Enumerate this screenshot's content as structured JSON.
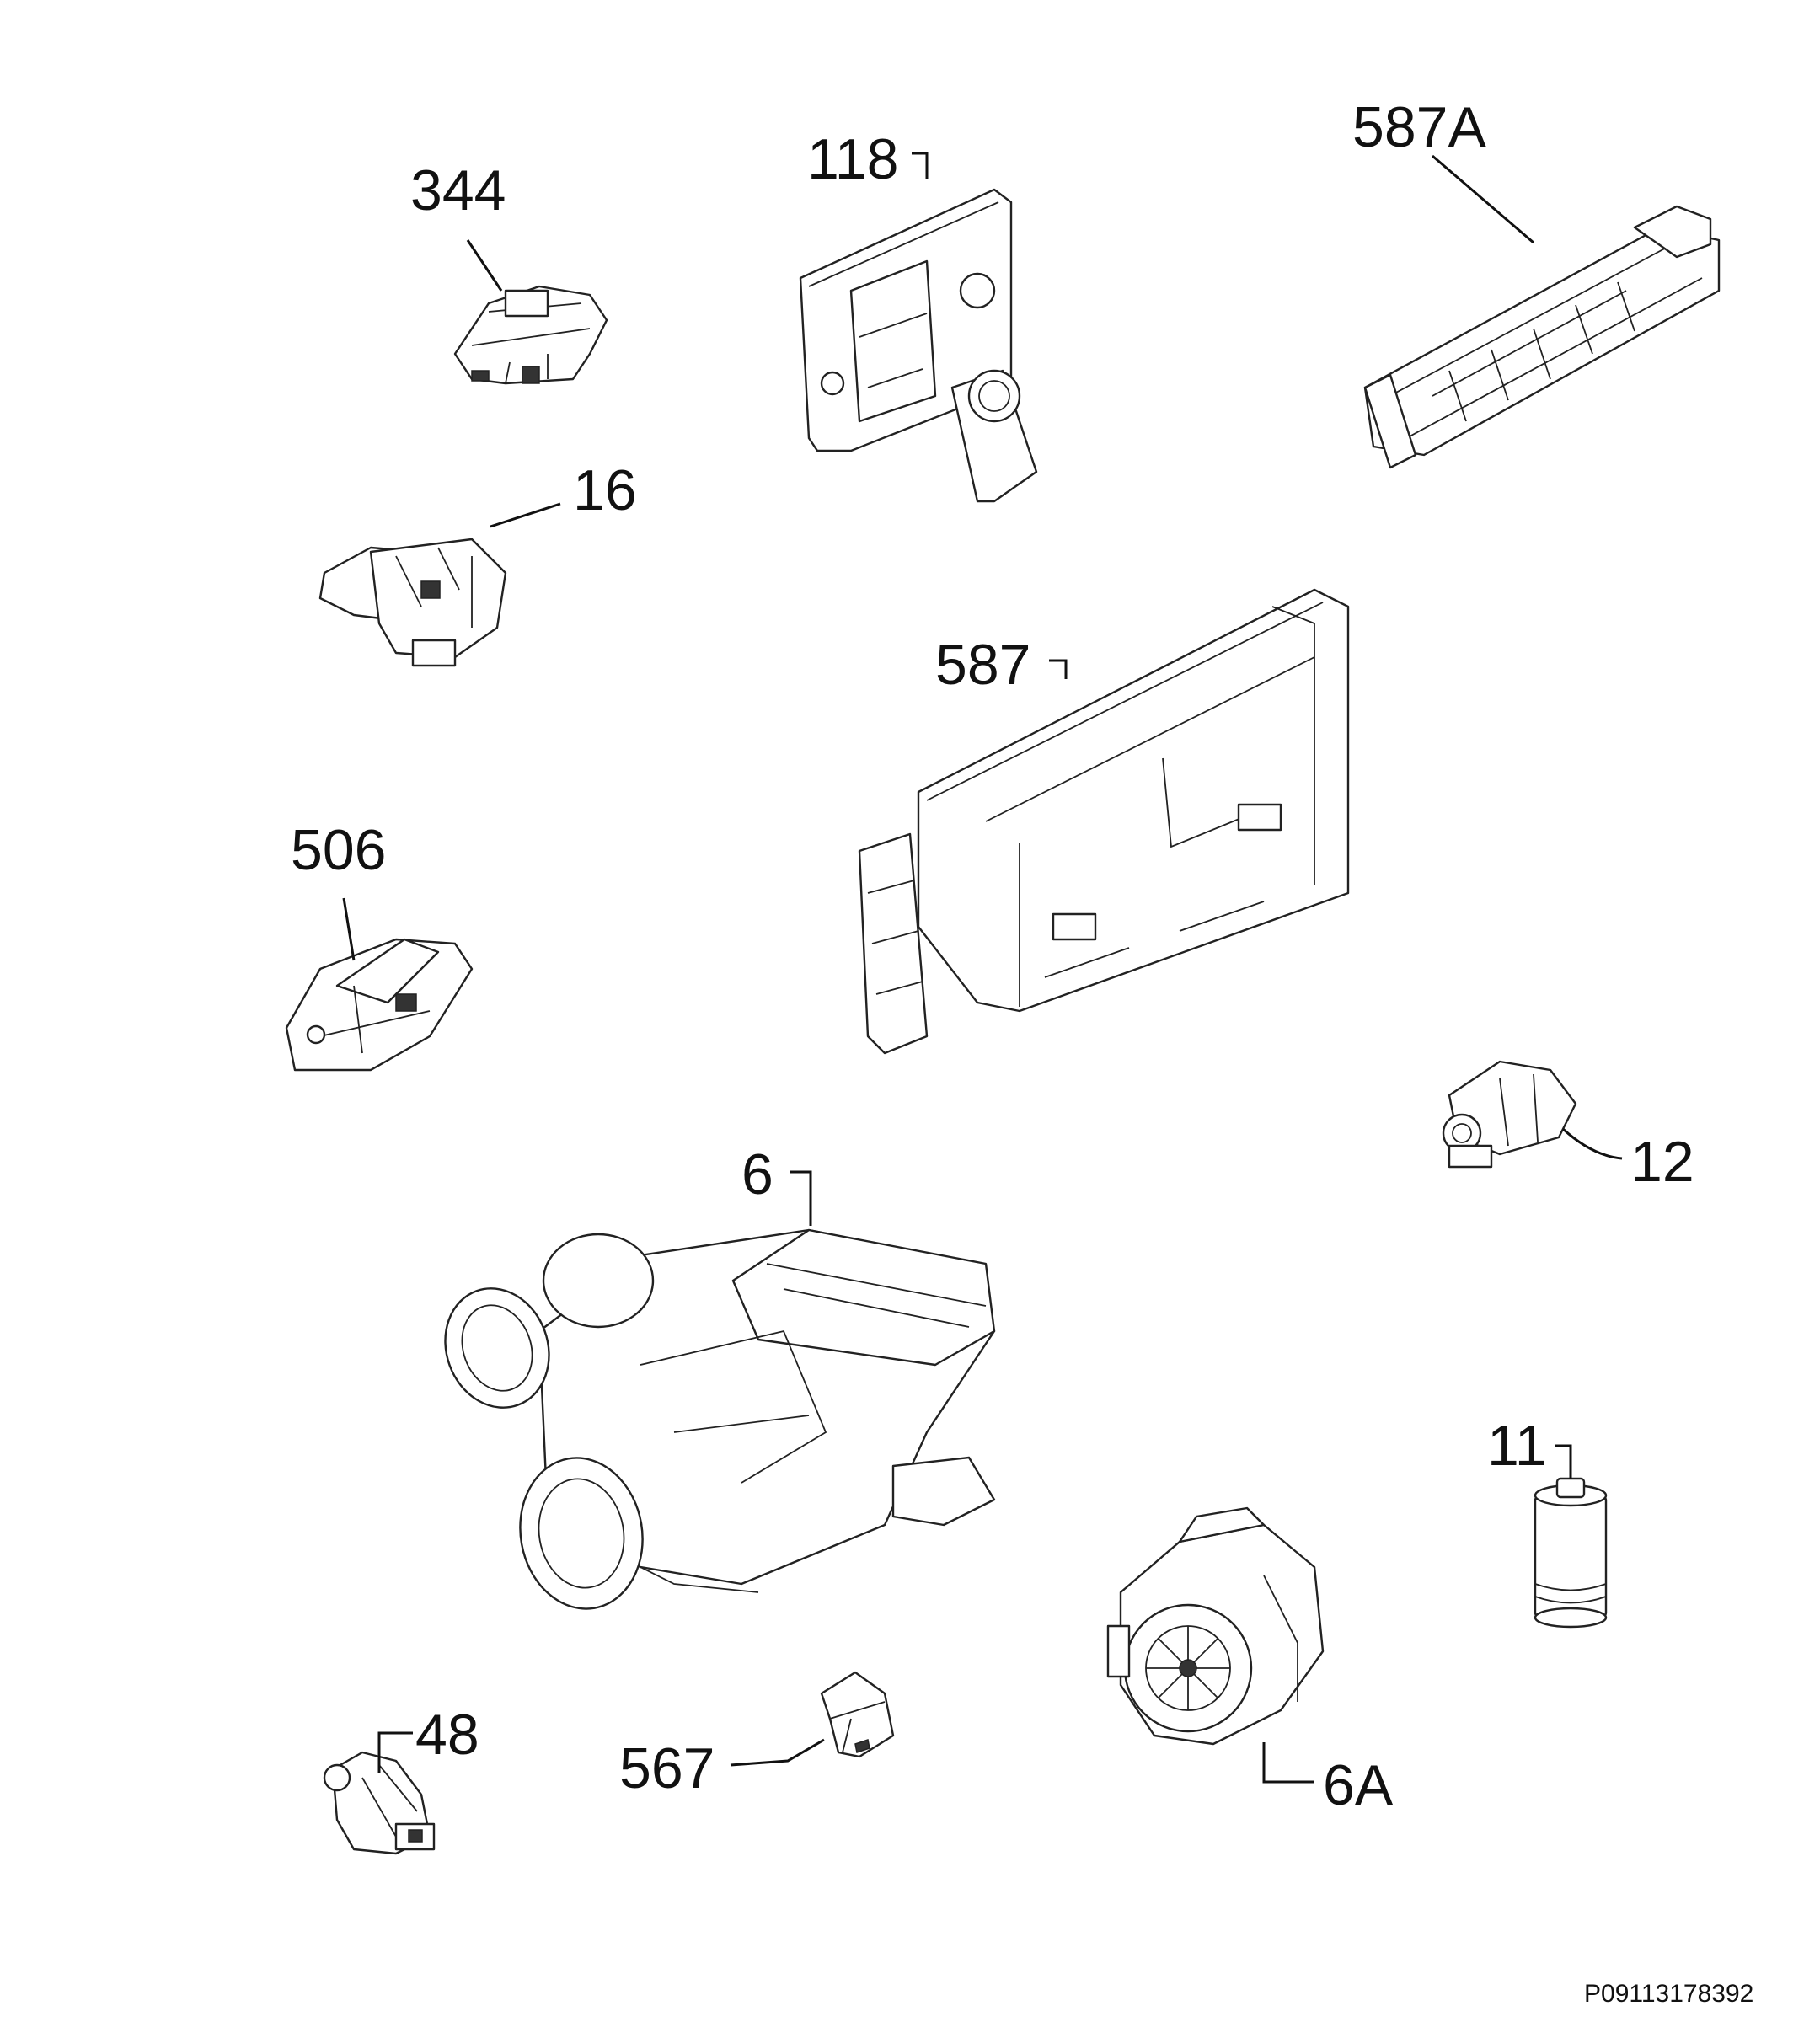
{
  "parts": [
    {
      "id": "344",
      "label": "344"
    },
    {
      "id": "118",
      "label": "118"
    },
    {
      "id": "587A",
      "label": "587A"
    },
    {
      "id": "16",
      "label": "16"
    },
    {
      "id": "587",
      "label": "587"
    },
    {
      "id": "506",
      "label": "506"
    },
    {
      "id": "12",
      "label": "12"
    },
    {
      "id": "6",
      "label": "6"
    },
    {
      "id": "11",
      "label": "11"
    },
    {
      "id": "48",
      "label": "48"
    },
    {
      "id": "567",
      "label": "567"
    },
    {
      "id": "6A",
      "label": "6A"
    }
  ],
  "drawing_code": "P09113178392"
}
